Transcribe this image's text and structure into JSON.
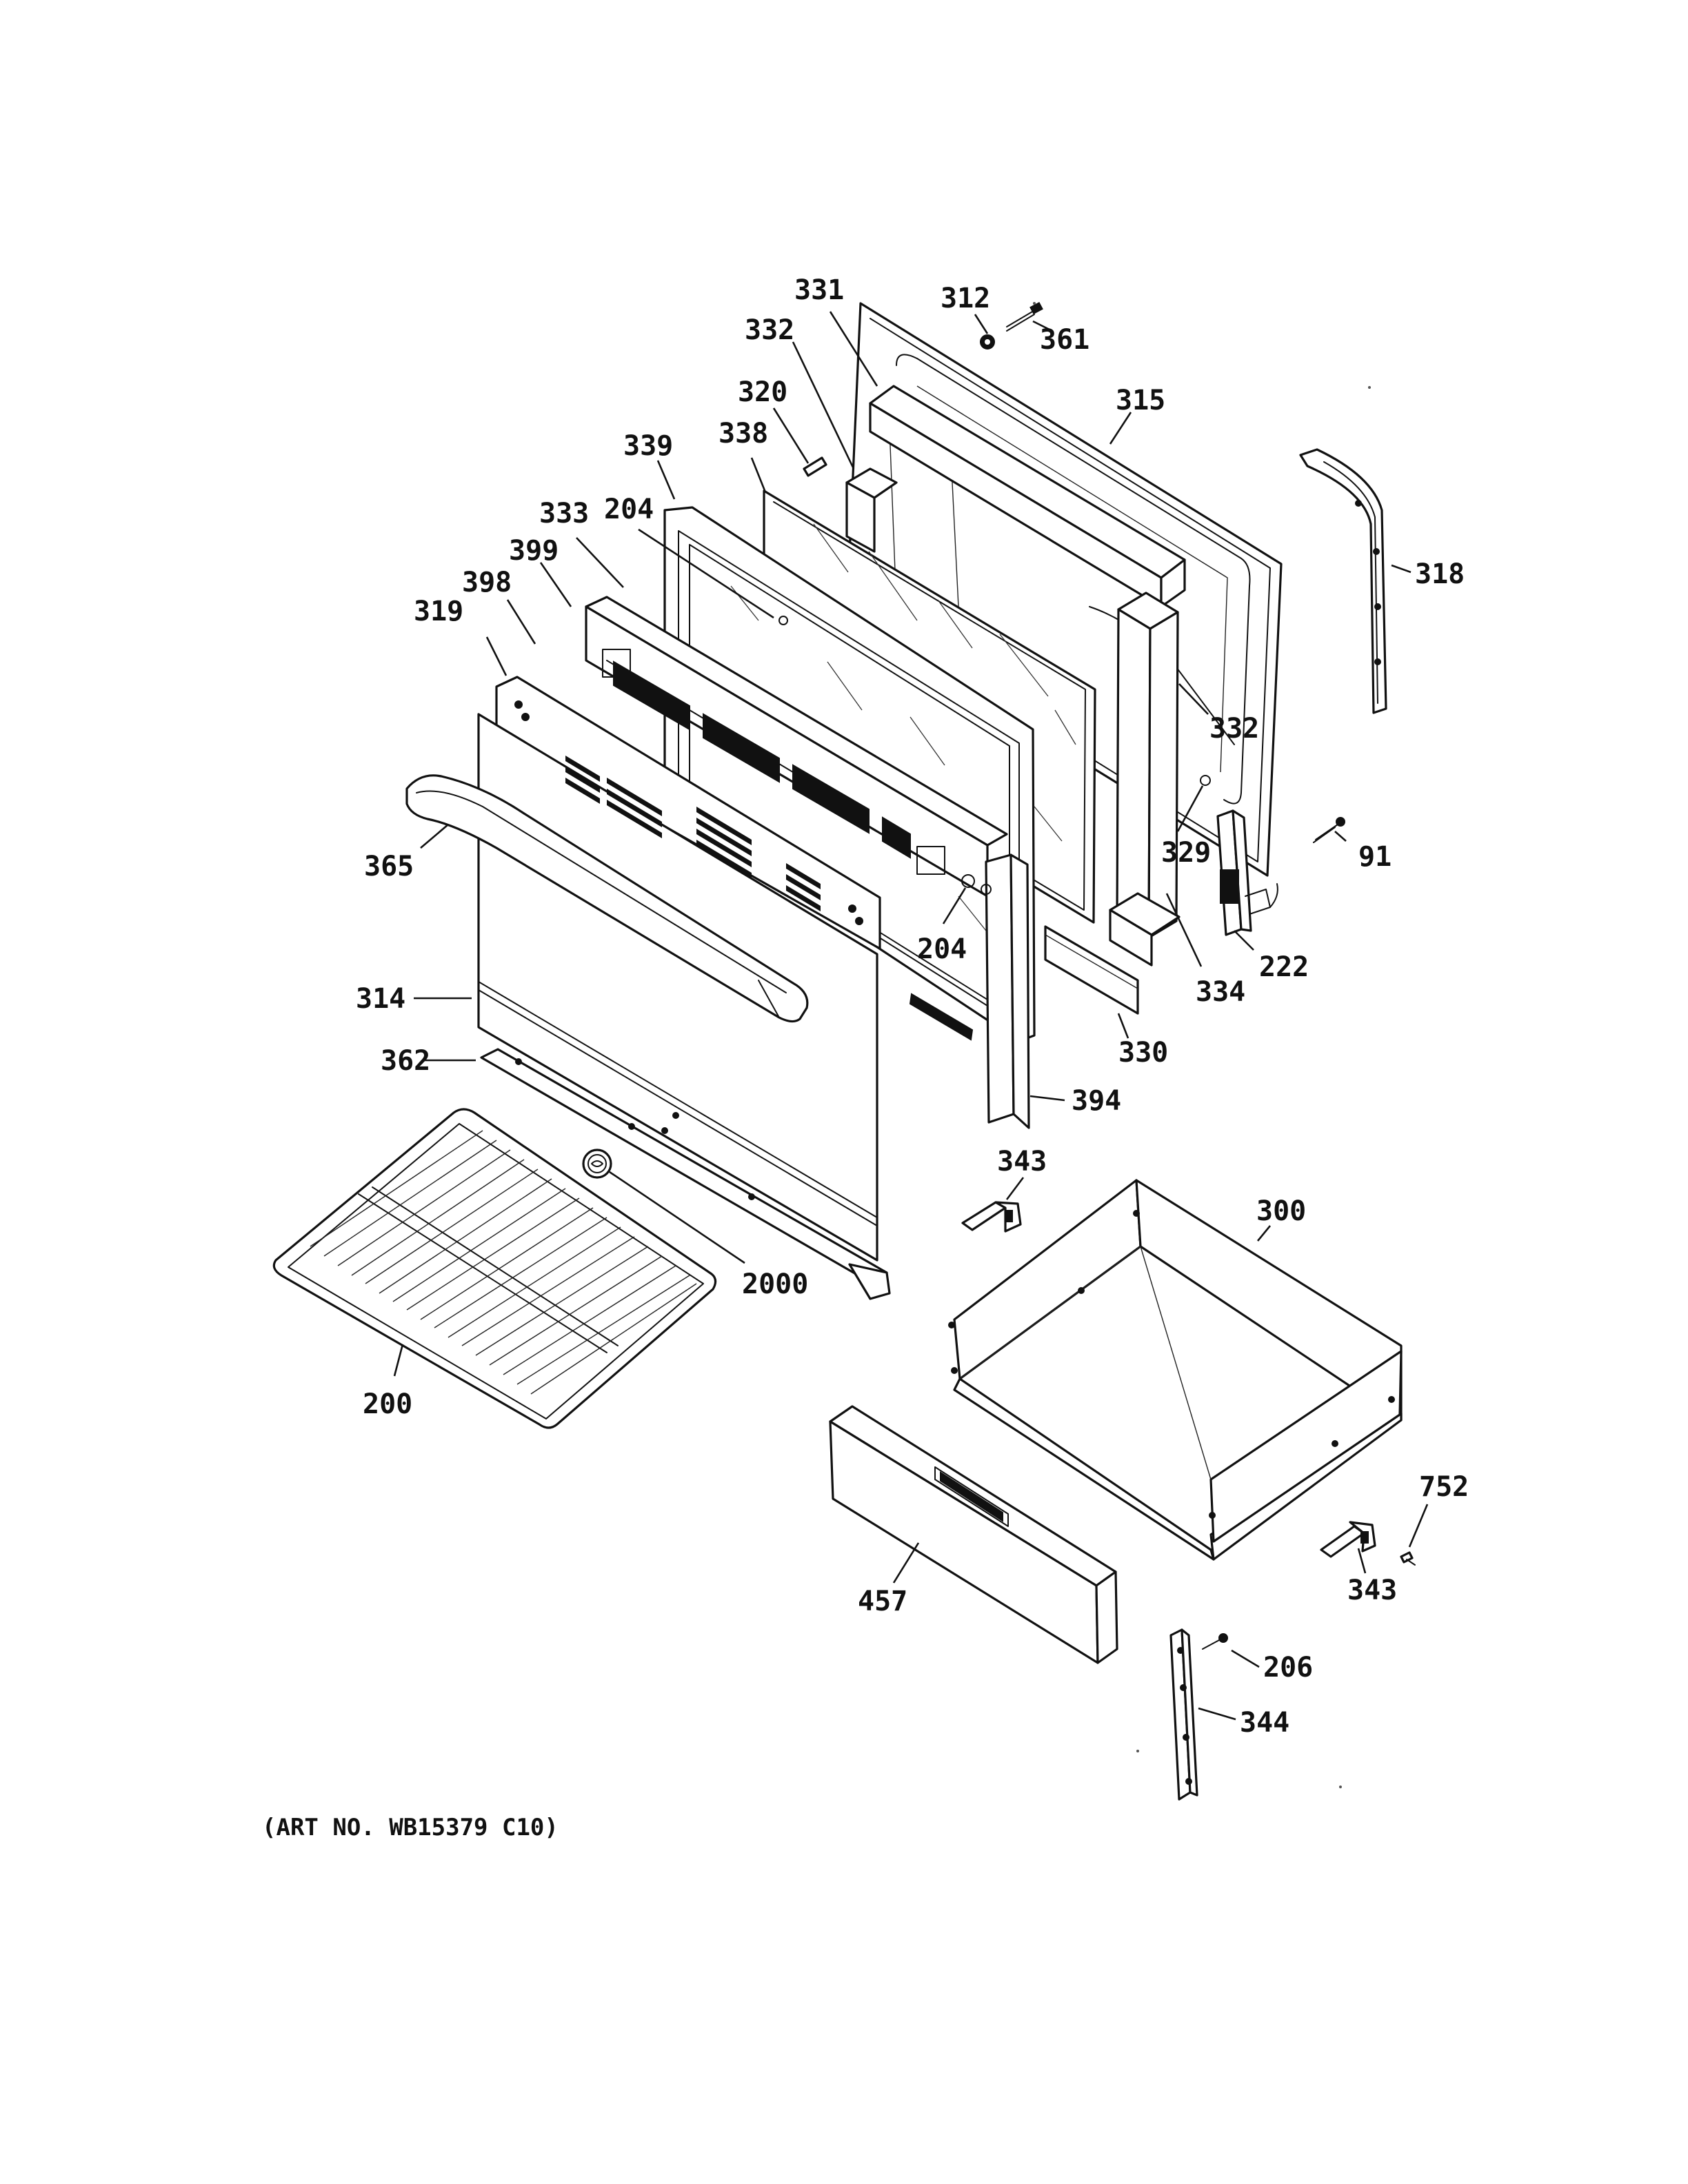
{
  "caption": "(ART NO. WB15379 C10)",
  "labels": {
    "l331": "331",
    "l312": "312",
    "l361": "361",
    "l332a": "332",
    "l315": "315",
    "l320": "320",
    "l339": "339",
    "l338": "338",
    "l333": "333",
    "l204a": "204",
    "l399": "399",
    "l398": "398",
    "l319": "319",
    "l318": "318",
    "l332b": "332",
    "l329": "329",
    "l91": "91",
    "l365": "365",
    "l204b": "204",
    "l334": "334",
    "l222": "222",
    "l314": "314",
    "l330": "330",
    "l362": "362",
    "l394": "394",
    "l343a": "343",
    "l300": "300",
    "l2000": "2000",
    "l200": "200",
    "l752": "752",
    "l343b": "343",
    "l457": "457",
    "l206": "206",
    "l344": "344"
  }
}
